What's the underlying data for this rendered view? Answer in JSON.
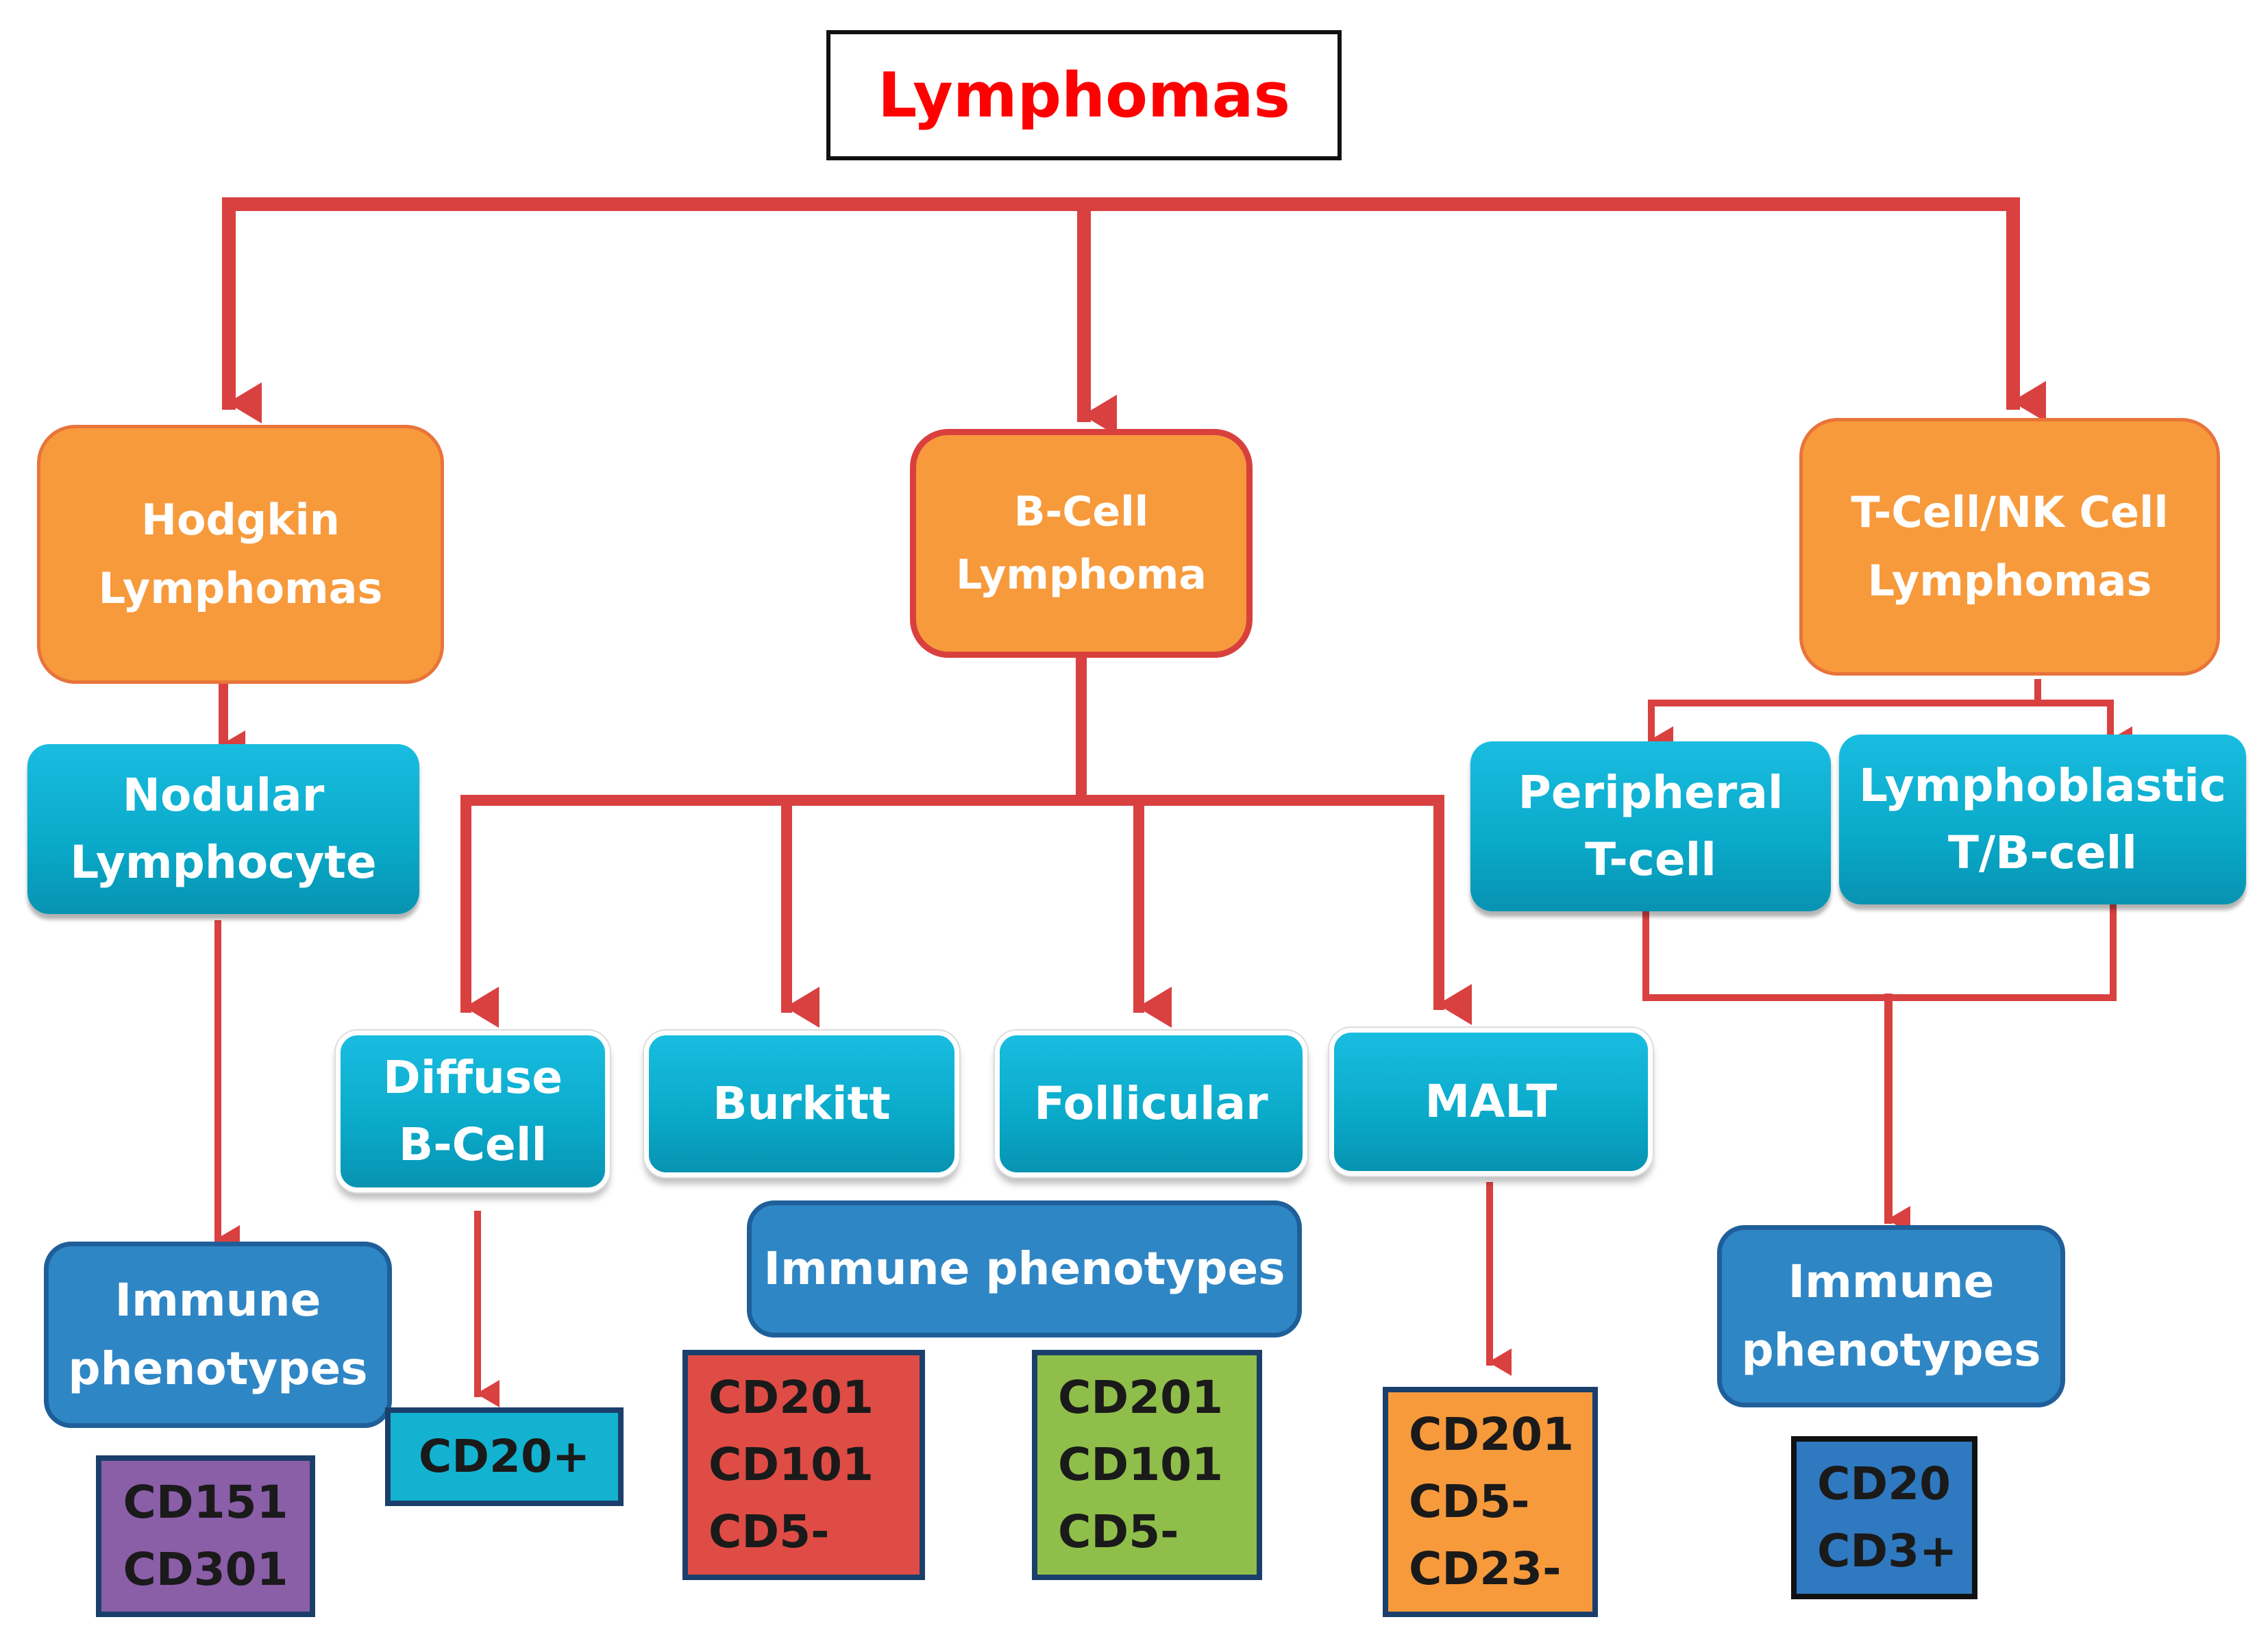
{
  "root": {
    "label": "Lymphomas"
  },
  "categories": {
    "hodgkin": {
      "line1": "Hodgkin",
      "line2": "Lymphomas"
    },
    "bcell": {
      "line1": "B-Cell",
      "line2": "Lymphoma"
    },
    "tcell": {
      "line1": "T-Cell/NK Cell",
      "line2": "Lymphomas"
    }
  },
  "subtypes": {
    "nodular": {
      "line1": "Nodular",
      "line2": "Lymphocyte"
    },
    "diffuse": {
      "line1": "Diffuse",
      "line2": "B-Cell"
    },
    "burkitt": {
      "label": "Burkitt"
    },
    "follicular": {
      "label": "Follicular"
    },
    "malt": {
      "label": "MALT"
    },
    "peripheral": {
      "line1": "Peripheral",
      "line2": "T-cell"
    },
    "lymphoblastic": {
      "line1": "Lymphoblastic",
      "line2": "T/B-cell"
    }
  },
  "phenotype_headers": {
    "hodgkin": {
      "line1": "Immune",
      "line2": "phenotypes"
    },
    "bcell": {
      "label": "Immune phenotypes"
    },
    "tcell": {
      "line1": "Immune",
      "line2": "phenotypes"
    }
  },
  "markers": {
    "hodgkin": [
      "CD151",
      "CD301"
    ],
    "diffuse": [
      "CD20+"
    ],
    "burkitt": [
      "CD201",
      "CD101",
      "CD5-"
    ],
    "follicular": [
      "CD201",
      "CD101",
      "CD5-"
    ],
    "malt": [
      "CD201",
      "CD5-",
      "CD23-"
    ],
    "tcell": [
      "CD20",
      "CD3+"
    ]
  },
  "colors": {
    "connector": "#d94040",
    "title_text": "#ff0000",
    "category_fill": "#f79a3c",
    "subtype_fill": "#0aa9c9",
    "phenotype_fill": "#2f86c5",
    "marker_hodgkin": "#8b5ea8",
    "marker_diffuse": "#13b2d1",
    "marker_burkitt": "#df4c45",
    "marker_follicular": "#8fbe4a",
    "marker_malt": "#f79a3c",
    "marker_tcell": "#2f79c0"
  }
}
